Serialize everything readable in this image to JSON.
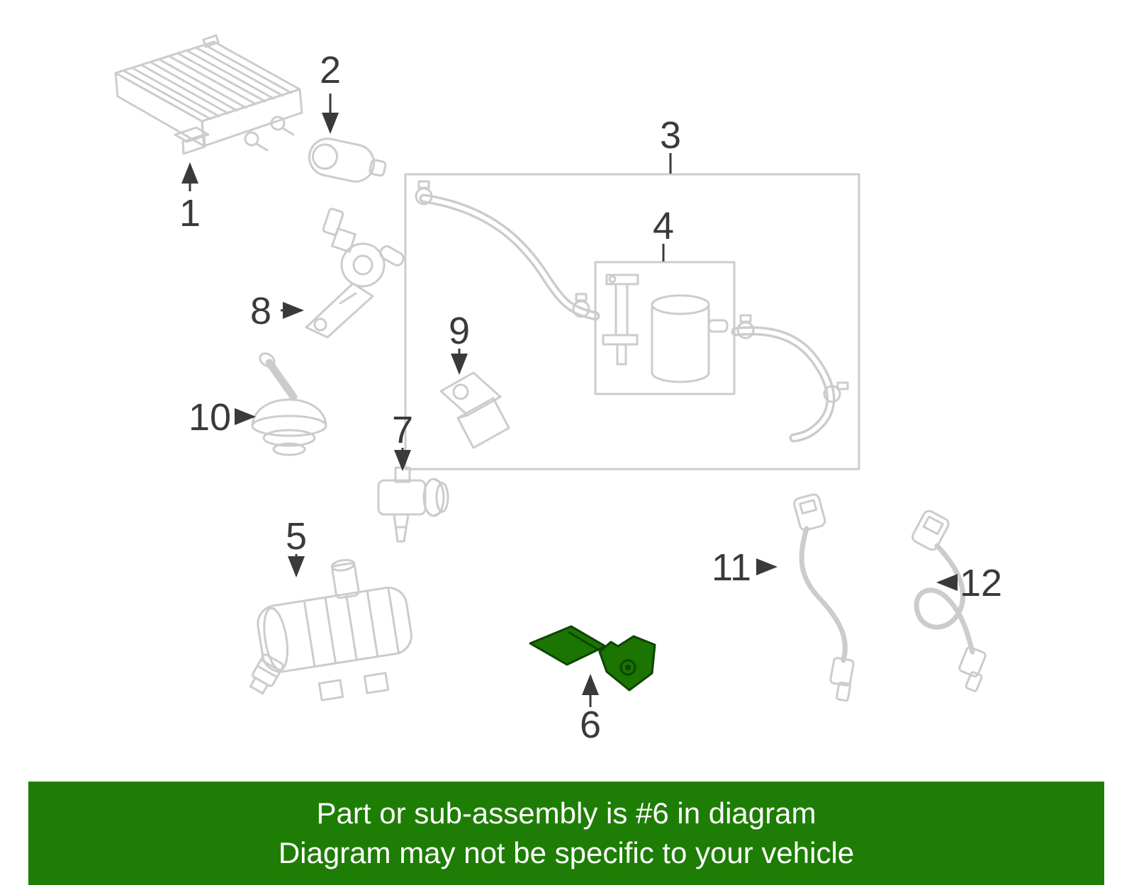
{
  "colors": {
    "background": "#ffffff",
    "line": "#cccccc",
    "label": "#3a3a3a",
    "highlight": "#1c7403",
    "highlight_dark": "#0d4500",
    "banner_bg": "#1e7d04",
    "banner_text": "#ffffff"
  },
  "parts": [
    {
      "num": "1"
    },
    {
      "num": "2"
    },
    {
      "num": "3"
    },
    {
      "num": "4"
    },
    {
      "num": "5"
    },
    {
      "num": "6",
      "highlighted": true
    },
    {
      "num": "7"
    },
    {
      "num": "8"
    },
    {
      "num": "9"
    },
    {
      "num": "10"
    },
    {
      "num": "11"
    },
    {
      "num": "12"
    }
  ],
  "banner": {
    "line1": "Part or sub-assembly is #6 in diagram",
    "line2": "Diagram may not be specific to your vehicle"
  }
}
